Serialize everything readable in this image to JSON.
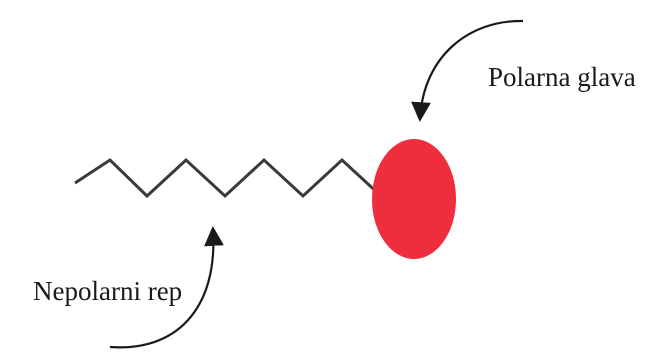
{
  "labels": {
    "head": "Polarna glava",
    "tail": "Nepolarni rep"
  },
  "colors": {
    "head_fill": "#ee2d3d",
    "line": "#3a3a3a",
    "text": "#1a1a1a"
  },
  "parts": {
    "head_shape": "circle",
    "tail_shape": "zigzag-chain"
  }
}
